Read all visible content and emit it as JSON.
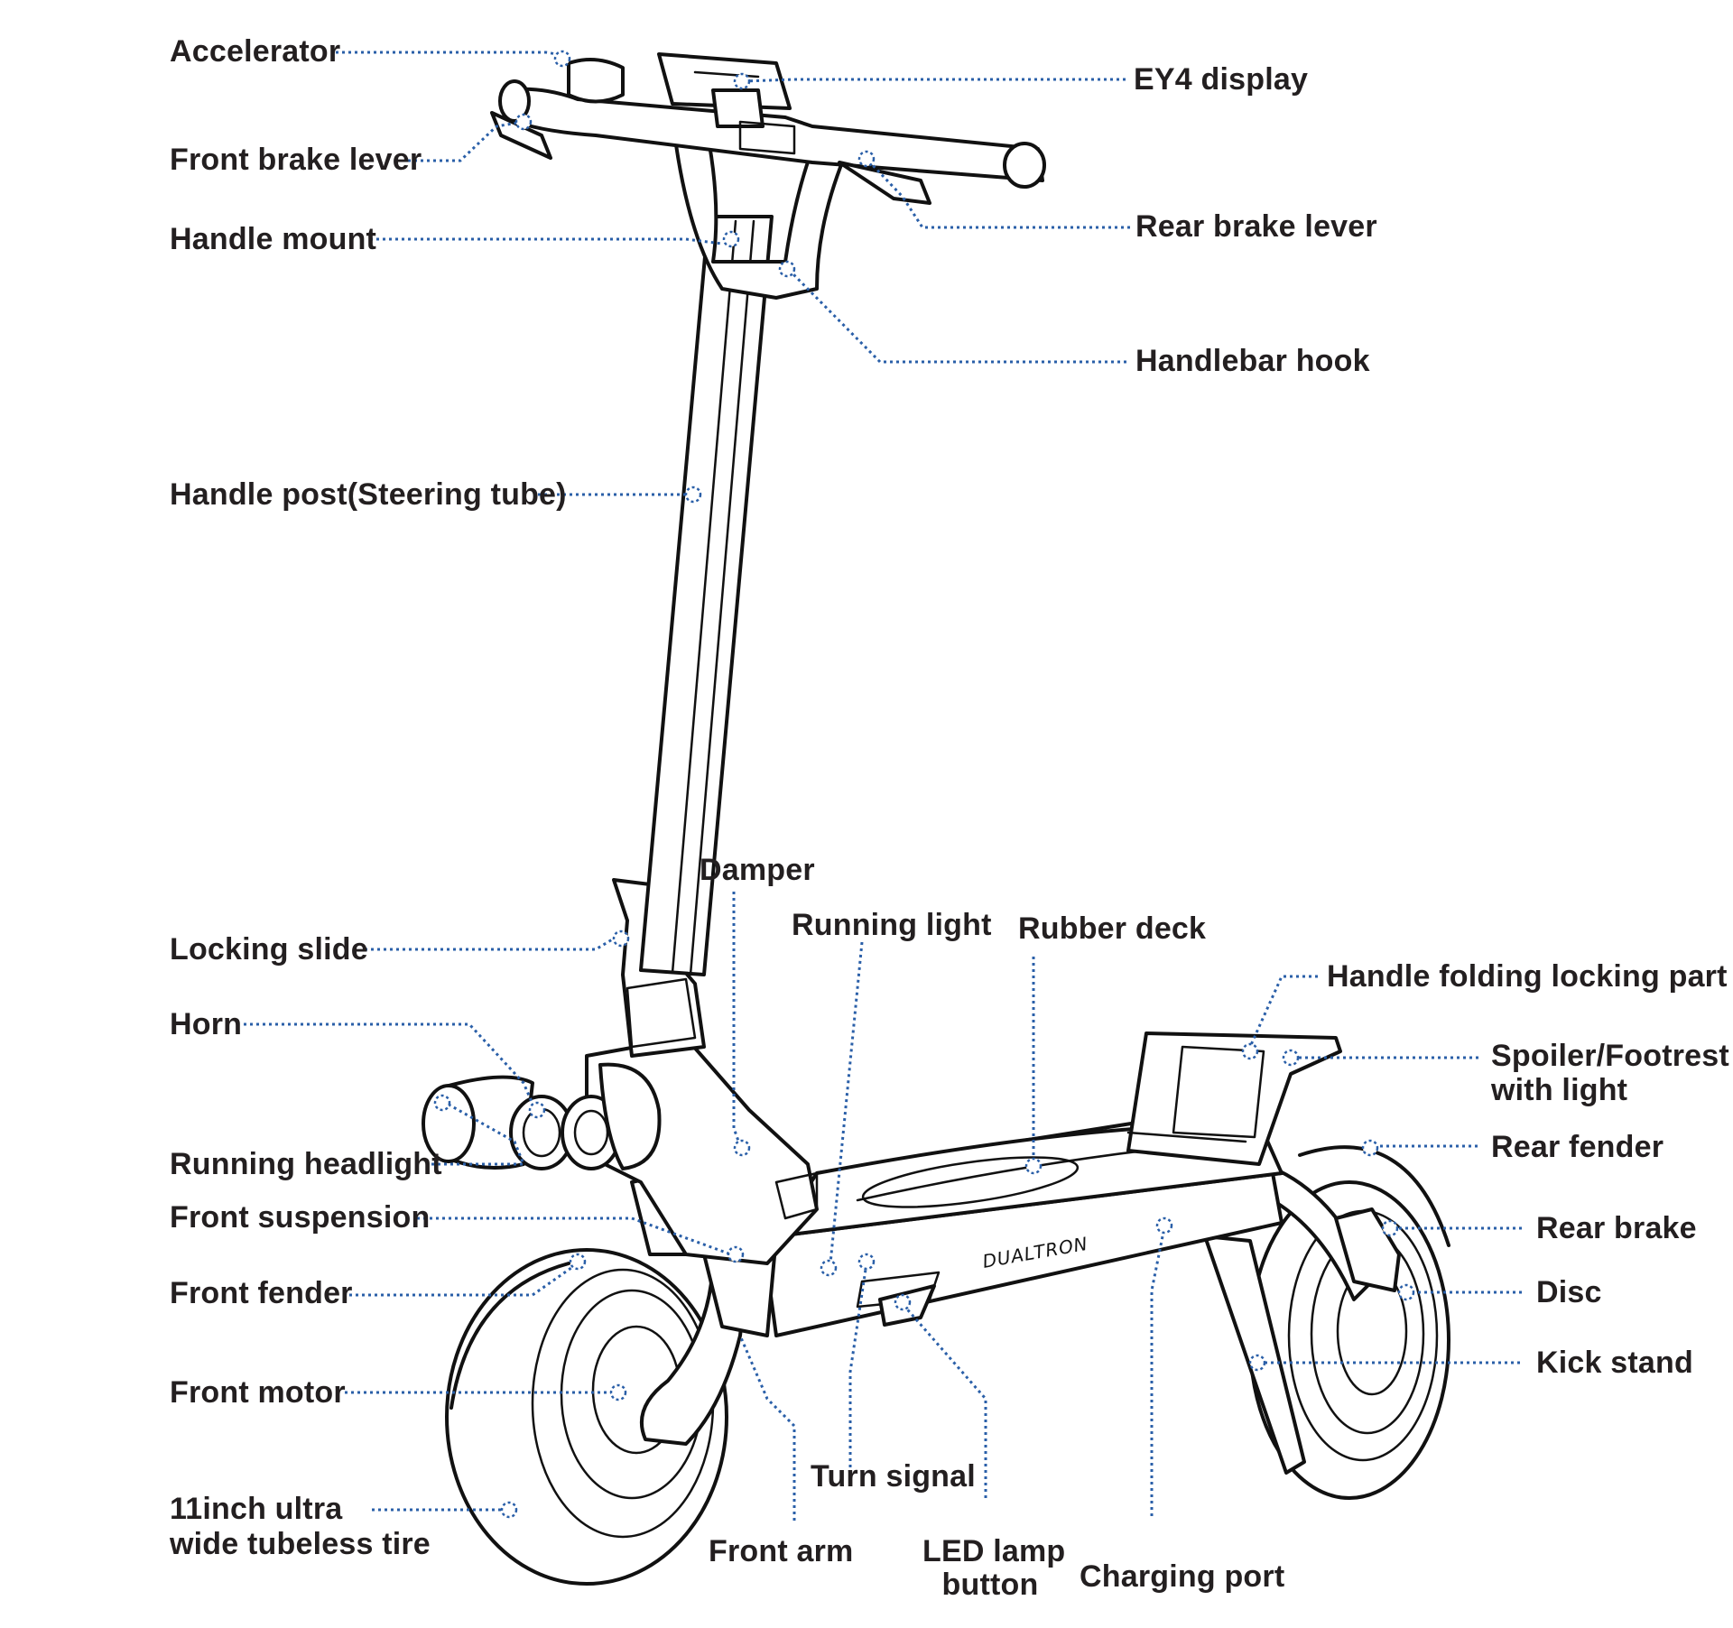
{
  "labels": {
    "accelerator": "Accelerator",
    "front_brake_lever": "Front brake lever",
    "handle_mount": "Handle mount",
    "handle_post": "Handle post(Steering tube)",
    "locking_slide": "Locking slide",
    "horn": "Horn",
    "running_headlight": "Running headlight",
    "front_suspension": "Front suspension",
    "front_fender": "Front fender",
    "front_motor": "Front motor",
    "tire_line1": "11inch ultra",
    "tire_line2": "wide tubeless tire",
    "ey4_display": "EY4 display",
    "rear_brake_lever": "Rear brake lever",
    "handlebar_hook": "Handlebar hook",
    "damper": "Damper",
    "running_light": "Running light",
    "rubber_deck": "Rubber deck",
    "handle_folding": "Handle folding locking part",
    "spoiler_line1": "Spoiler/Footrest",
    "spoiler_line2": "with light",
    "rear_fender": "Rear fender",
    "rear_brake": "Rear brake",
    "disc": "Disc",
    "kick_stand": "Kick stand",
    "turn_signal": "Turn signal",
    "front_arm": "Front arm",
    "led_line1": "LED lamp",
    "led_line2": "button",
    "charging_port": "Charging port"
  },
  "deck_branding": "DUALTRON",
  "colors": {
    "leader": "#2a5fa8",
    "outline": "#111111",
    "text": "#231f20"
  }
}
